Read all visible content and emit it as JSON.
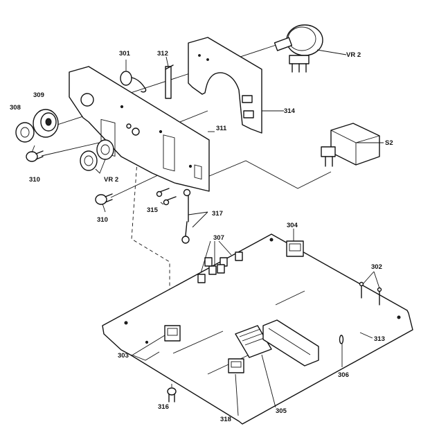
{
  "callouts": {
    "c301": "301",
    "c302": "302",
    "c303": "303",
    "c304": "304",
    "c305": "305",
    "c306": "306",
    "c307": "307",
    "c308": "308",
    "c309": "309",
    "c310a": "310",
    "c310b": "310",
    "c311": "311",
    "c312": "312",
    "c313": "313",
    "c314": "314",
    "c315": "315",
    "c316": "316",
    "c317": "317",
    "c318": "318",
    "vr2_pot": "VR 2",
    "vr2_nut": "VR 2",
    "s2": "S2"
  }
}
